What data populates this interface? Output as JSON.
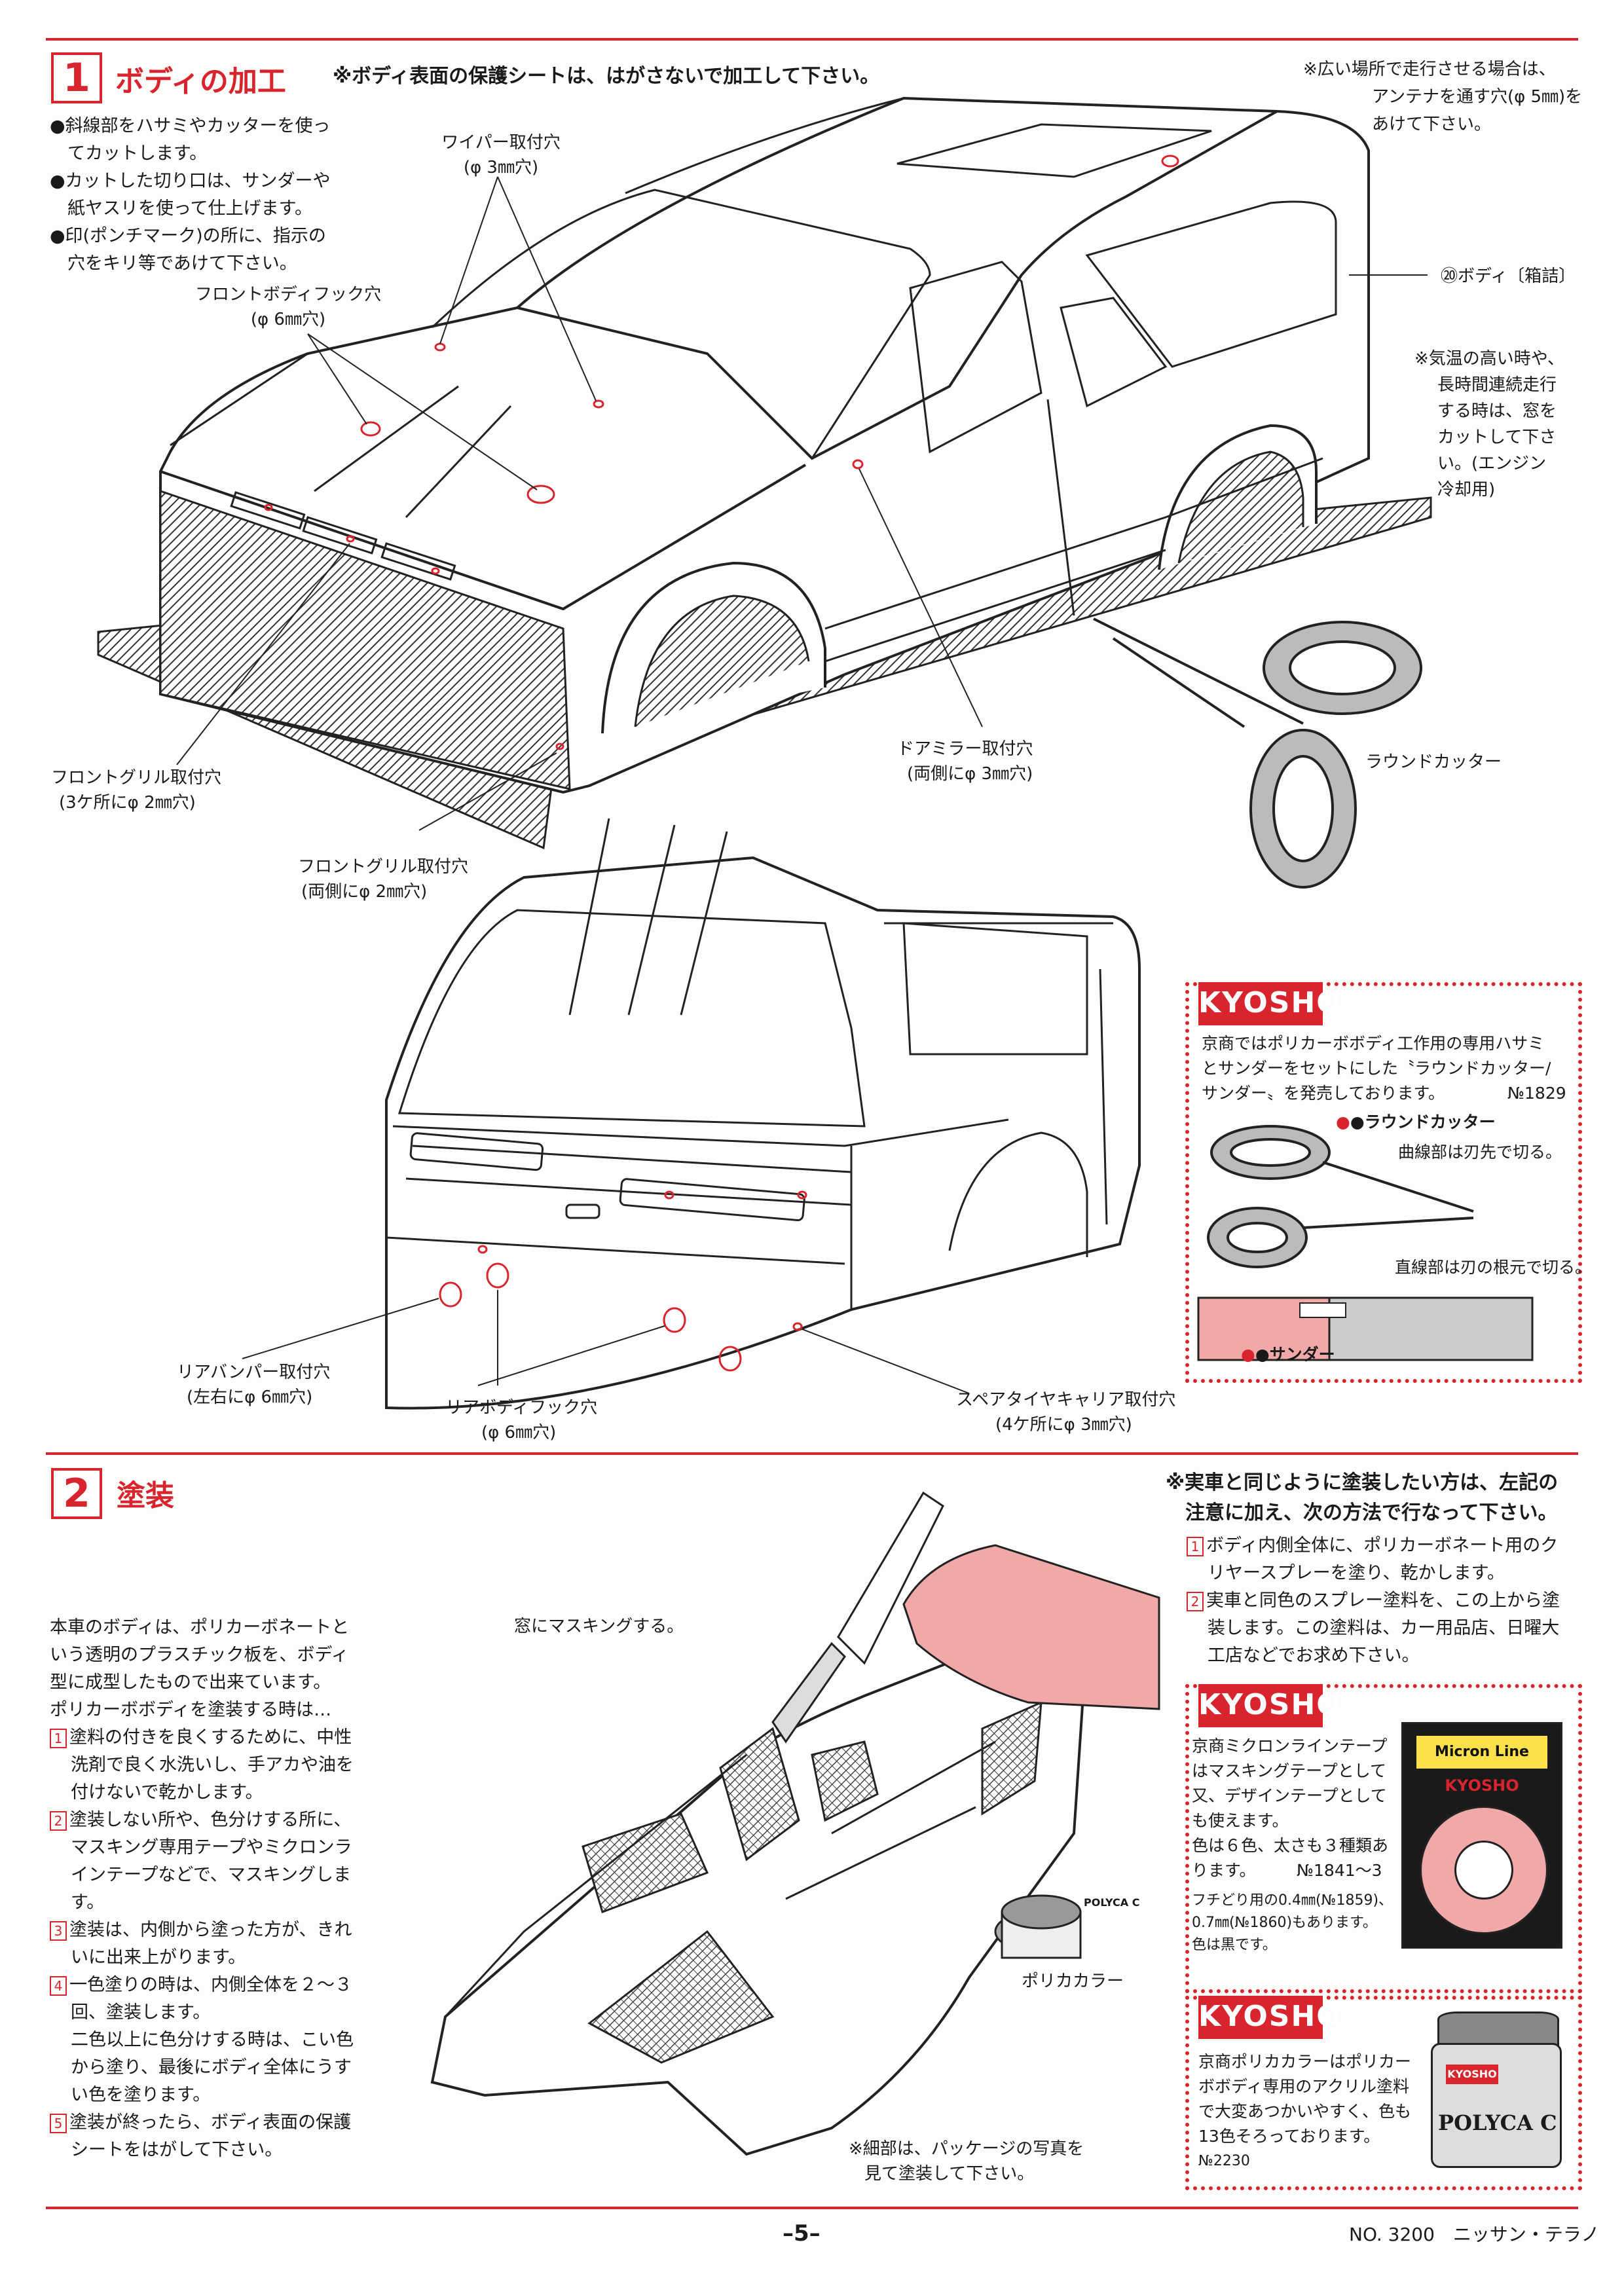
{
  "section1": {
    "number": "1",
    "title": "ボディの加工",
    "note": "※ボディ表面の保護シートは、はがさないで加工して下さい。",
    "bullets": [
      [
        "●斜線部をハサミやカッターを使っ",
        "　てカットします。"
      ],
      [
        "●カットした切り口は、サンダーや",
        "　紙ヤスリを使って仕上げます。"
      ],
      [
        "●印(ポンチマーク)の所に、指示の",
        "　穴をキリ等であけて下さい。"
      ]
    ],
    "antenna_note": [
      "※広い場所で走行させる場合は、",
      "アンテナを通す穴(φ 5㎜)を",
      "あけて下さい。"
    ],
    "body_label": "⑳ボディ〔箱詰〕",
    "hot_note": [
      "※気温の高い時や、",
      "長時間連続走行",
      "する時は、窓を",
      "カットして下さ",
      "い。(エンジン",
      "冷却用)"
    ],
    "wiper": [
      "ワイパー取付穴",
      "(φ 3㎜穴)"
    ],
    "front_hook": [
      "フロントボディフック穴",
      "(φ 6㎜穴)"
    ],
    "grill_3": [
      "フロントグリル取付穴",
      "(3ケ所にφ 2㎜穴)"
    ],
    "grill_2": [
      "フロントグリル取付穴",
      "(両側にφ 2㎜穴)"
    ],
    "door_mirror": [
      "ドアミラー取付穴",
      "(両側にφ 3㎜穴)"
    ],
    "round_cutter": "ラウンドカッター",
    "rear_bumper": [
      "リアバンパー取付穴",
      "(左右にφ 6㎜穴)"
    ],
    "rear_hook": [
      "リアボディフック穴",
      "(φ 6㎜穴)"
    ],
    "spare": [
      "スペアタイヤキャリア取付穴",
      "(4ケ所にφ 3㎜穴)"
    ]
  },
  "kyosho_box1": {
    "logo": "KYOSHO",
    "lines": [
      "京商ではポリカーボボディ工作用の専用ハサミ",
      "とサンダーをセットにした〝ラウンドカッター/",
      "サンダー〟を発売しております。"
    ],
    "code": "№1829",
    "cutter_label": "●ラウンドカッター",
    "curve": "曲線部は刃先で切る。",
    "straight": "直線部は刃の根元で切る。",
    "sander": "●サンダー"
  },
  "section2": {
    "number": "2",
    "title": "塗装",
    "intro": [
      "本車のボディは、ポリカーボネートと",
      "いう透明のプラスチック板を、ボディ",
      "型に成型したもので出来ています。",
      "ポリカーボボディを塗装する時は…"
    ],
    "steps": [
      {
        "n": "1",
        "lines": [
          "塗料の付きを良くするために、中性",
          "洗剤で良く水洗いし、手アカや油を",
          "付けないで乾かします。"
        ]
      },
      {
        "n": "2",
        "lines": [
          "塗装しない所や、色分けする所に、",
          "マスキング専用テープやミクロンラ",
          "インテープなどで、マスキングしま",
          "す。"
        ]
      },
      {
        "n": "3",
        "lines": [
          "塗装は、内側から塗った方が、きれ",
          "いに出来上がります。"
        ]
      },
      {
        "n": "4",
        "lines": [
          "一色塗りの時は、内側全体を２～３",
          "回、塗装します。",
          "二色以上に色分けする時は、こい色",
          "から塗り、最後にボディ全体にうす",
          "い色を塗ります。"
        ]
      },
      {
        "n": "5",
        "lines": [
          "塗装が終ったら、ボディ表面の保護",
          "シートをはがして下さい。"
        ]
      }
    ],
    "mask_label": "窓にマスキングする。",
    "polyca_label": "ポリカカラー",
    "detail_note": [
      "※細部は、パッケージの写真を",
      "見て塗装して下さい。"
    ],
    "real_car": [
      "※実車と同じように塗装したい方は、左記の",
      "　注意に加え、次の方法で行なって下さい。"
    ],
    "real_steps": [
      {
        "n": "1",
        "lines": [
          "ボディ内側全体に、ポリカーボネート用のク",
          "リヤースプレーを塗り、乾かします。"
        ]
      },
      {
        "n": "2",
        "lines": [
          "実車と同色のスプレー塗料を、この上から塗",
          "装します。この塗料は、カー用品店、日曜大",
          "工店などでお求め下さい。"
        ]
      }
    ]
  },
  "kyosho_box2": {
    "logo": "KYOSHO",
    "lines": [
      "京商ミクロンラインテープ",
      "はマスキングテープとして",
      "又、デザインテープとして",
      "も使えます。",
      "色は６色、太さも３種類あ",
      "ります。　　　№1841～3"
    ],
    "sub": [
      "フチどり用の0.4㎜(№1859)、",
      "0.7㎜(№1860)もあります。",
      "色は黒です。"
    ],
    "tape_title": "Micron Line Tape",
    "tape_logo": "KYOSHO"
  },
  "kyosho_box3": {
    "logo": "KYOSHO",
    "lines": [
      "京商ポリカカラーはポリカー",
      "ボボディ専用のアクリル塗料",
      "で大変あつかいやすく、色も",
      "13色そろっております。",
      "№2230"
    ],
    "jar_label": "POLYCA C"
  },
  "jar_small_label": "POLYCA C",
  "footer": {
    "page": "–5–",
    "model": "NO. 3200　ニッサン・テラノ"
  },
  "colors": {
    "accent": "#d8242c",
    "pink": "#f0a8a8"
  }
}
